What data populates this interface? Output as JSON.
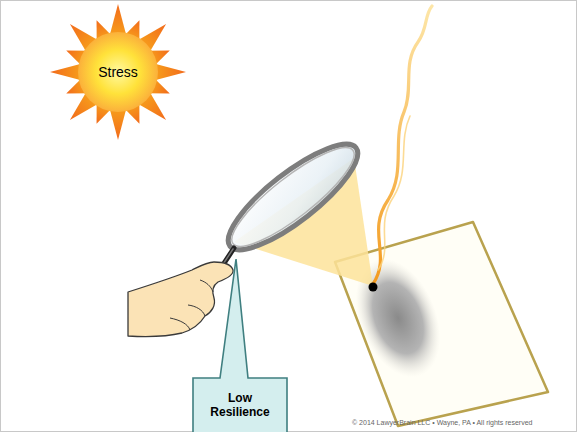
{
  "diagram": {
    "nodes": [
      {
        "text": [
          "Stress"
        ]
      },
      {
        "text": [
          "Low Resilience"
        ]
      }
    ],
    "labels": [
      "© 2014 LawyerBrain LLC • Wayne, PA • All rights reserved"
    ]
  }
}
